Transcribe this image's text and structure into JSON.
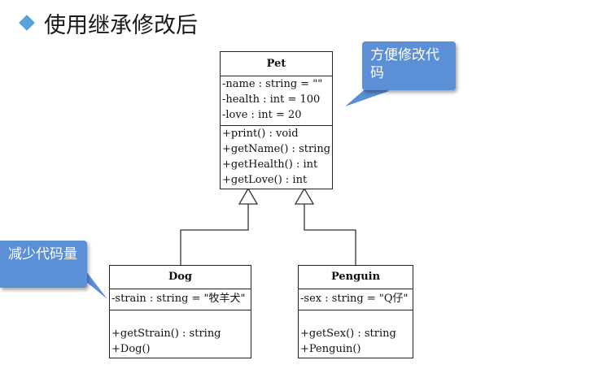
{
  "slide": {
    "title": "使用继承修改后",
    "bullet_color": "#5aa3d8"
  },
  "classes": {
    "pet": {
      "name": "Pet",
      "attributes": [
        "-name : string = \"\"",
        "-health : int = 100",
        "-love : int = 20"
      ],
      "methods": [
        "+print() : void",
        "+getName() : string",
        "+getHealth() : int",
        "+getLove() : int"
      ]
    },
    "dog": {
      "name": "Dog",
      "attributes": [
        "-strain : string = \"牧羊犬\""
      ],
      "methods": [
        "+getStrain() : string",
        "+Dog()"
      ]
    },
    "penguin": {
      "name": "Penguin",
      "attributes": [
        "-sex : string = \"Q仔\""
      ],
      "methods": [
        "+getSex() : string",
        "+Penguin()"
      ]
    }
  },
  "callouts": {
    "convenient": "方便修改代码",
    "reduce": "减少代码量"
  },
  "colors": {
    "callout_fill": "#5b8fd6",
    "line": "#222222"
  }
}
